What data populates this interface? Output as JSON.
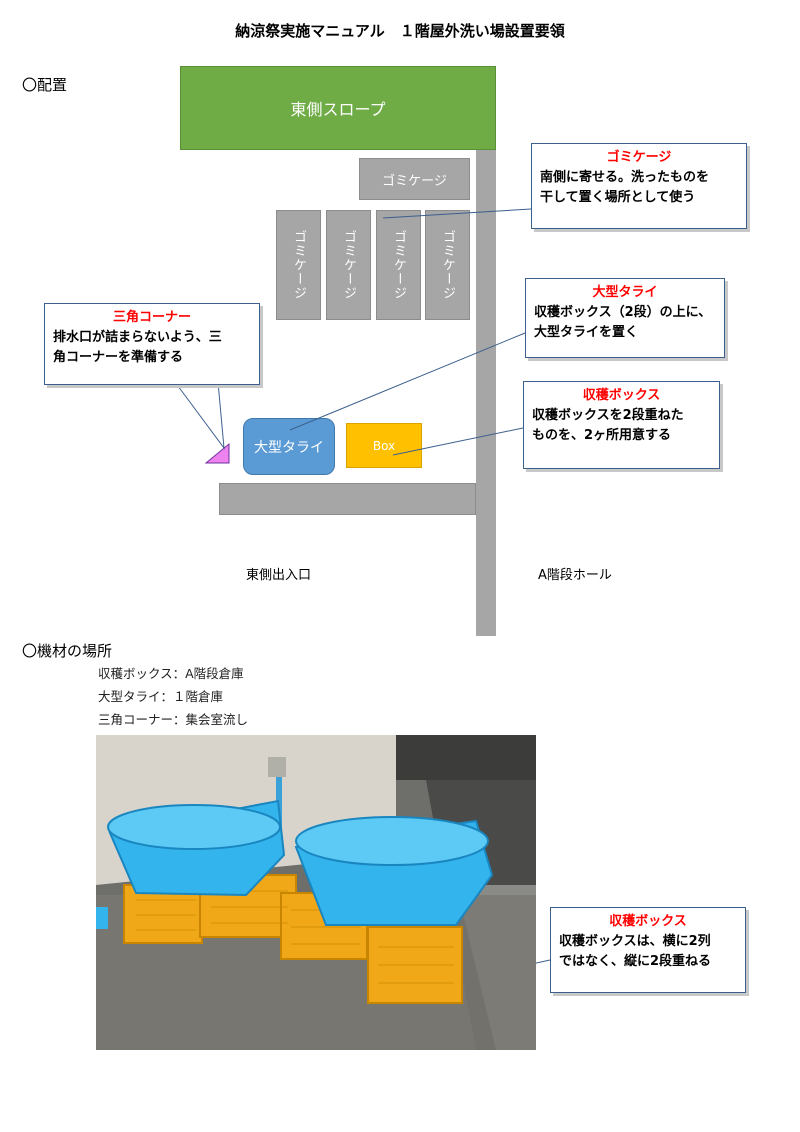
{
  "title": "納涼祭実施マニュアル　１階屋外洗い場設置要領",
  "sections": {
    "layout": "〇配置",
    "equipment": "〇機材の場所"
  },
  "diagram": {
    "slope": "東側スロープ",
    "cage_horizontal": "ゴミケージ",
    "cages_vertical": [
      "ゴミケージ",
      "ゴミケージ",
      "ゴミケージ",
      "ゴミケージ"
    ],
    "tub": "大型タライ",
    "box": "Box",
    "east_entrance": "東側出入口",
    "stairs_hall": "A階段ホール"
  },
  "callouts": {
    "cage": {
      "title": "ゴミケージ",
      "body": [
        "南側に寄せる。洗ったものを",
        "干して置く場所として使う"
      ]
    },
    "tub": {
      "title": "大型タライ",
      "body": [
        "収穫ボックス（2段）の上に、",
        "大型タライを置く"
      ]
    },
    "box": {
      "title": "収穫ボックス",
      "body": [
        "収穫ボックスを2段重ねた",
        "ものを、2ヶ所用意する"
      ]
    },
    "corner": {
      "title": "三角コーナー",
      "body": [
        "排水口が詰まらないよう、三",
        "角コーナーを準備する"
      ]
    },
    "photo": {
      "title": "収穫ボックス",
      "body": [
        "収穫ボックスは、横に2列",
        "ではなく、縦に2段重ねる"
      ]
    }
  },
  "equipment_list": [
    "収穫ボックス：A階段倉庫",
    "大型タライ：１階倉庫",
    "三角コーナー：集会室流し"
  ],
  "colors": {
    "slope_green": "#6fac46",
    "wall_gray": "#a6a6a6",
    "tub_blue": "#5b9bd5",
    "box_orange": "#ffc000",
    "corner_pink": "#ee82ee",
    "callout_title_red": "#ff0000"
  }
}
